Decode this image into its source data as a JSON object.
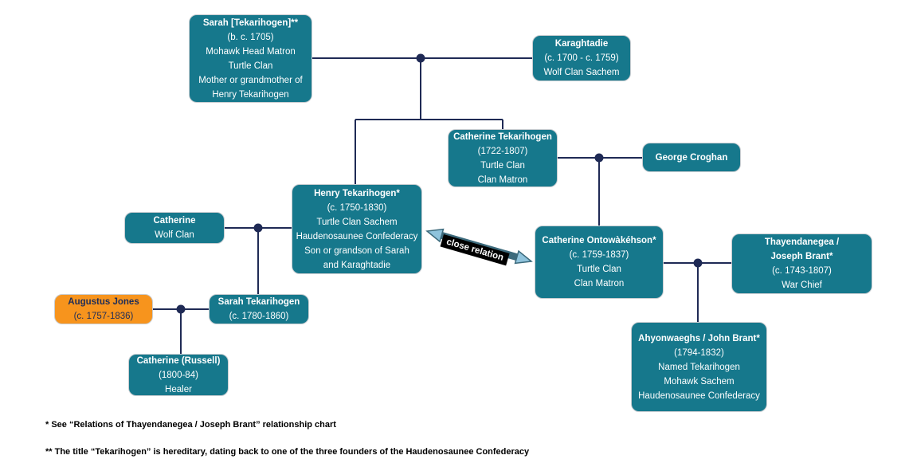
{
  "diagram": {
    "nodes": {
      "sarah_tekarihogen_sr": {
        "title": "Sarah [Tekarihogen]**",
        "body": "(b. c. 1705)\nMohawk Head Matron\nTurtle Clan\nMother or grandmother of\nHenry Tekarihogen"
      },
      "karaghtadie": {
        "title": "Karaghtadie",
        "body": "(c. 1700 - c. 1759)\nWolf Clan Sachem"
      },
      "catherine_tekarihogen": {
        "title": "Catherine Tekarihogen",
        "body": "(1722-1807)\nTurtle Clan\nClan Matron"
      },
      "george_croghan": {
        "title": "George Croghan",
        "body": ""
      },
      "henry_tekarihogen": {
        "title": "Henry Tekarihogen*",
        "body": "(c. 1750-1830)\nTurtle Clan Sachem\nHaudenosaunee Confederacy\nSon or grandson of Sarah\nand Karaghtadie"
      },
      "catherine_wolf_clan": {
        "title": "Catherine",
        "body": "Wolf Clan"
      },
      "augustus_jones": {
        "title": "Augustus Jones",
        "body": "(c. 1757-1836)"
      },
      "sarah_tekarihogen_jr": {
        "title": "Sarah Tekarihogen",
        "body": "(c. 1780-1860)"
      },
      "catherine_russell": {
        "title": "Catherine (Russell)",
        "body": "(1800-84)\nHealer"
      },
      "catherine_ontowakehson": {
        "title": "Catherine Ontowàkéhson*",
        "body": "(c. 1759-1837)\nTurtle Clan\nClan Matron"
      },
      "thayendanegea_joseph_brant": {
        "title": "Thayendanegea /\nJoseph Brant*",
        "body": "(c. 1743-1807)\nWar Chief"
      },
      "ahyonwaeghs_john_brant": {
        "title": "Ahyonwaeghs / John Brant*",
        "body": "(1794-1832)\nNamed Tekarihogen\nMohawk Sachem\nHaudenosaunee Confederacy"
      }
    },
    "edge_label": "close relation",
    "footnotes": [
      "* See “Relations of Thayendanegea / Joseph Brant” relationship chart",
      "** The title “Tekarihogen” is hereditary, dating back to one of the three founders of the Haudenosaunee Confederacy"
    ],
    "colors": {
      "node_fill": "#16788c",
      "node_text": "#ffffff",
      "highlight_fill": "#f7941d",
      "highlight_text": "#1f2d58",
      "connector": "#1f2a55",
      "arrow_shaft": "#3c6a7c",
      "arrow_head": "#8fc3dc",
      "edge_label_bg": "#000000",
      "edge_label_text": "#ffffff",
      "background": "#ffffff"
    }
  }
}
